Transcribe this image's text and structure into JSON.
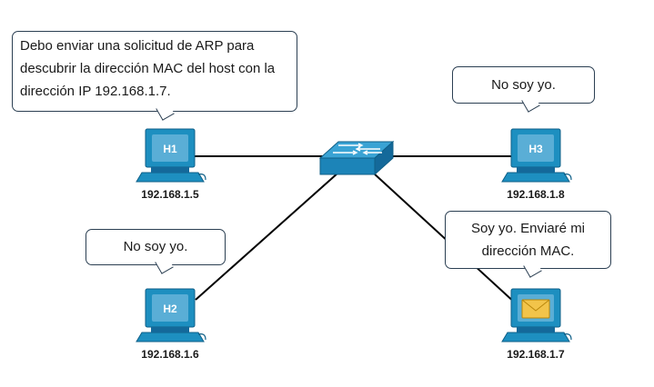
{
  "hosts": [
    {
      "id": "H1",
      "label": "H1",
      "ip": "192.168.1.5"
    },
    {
      "id": "H2",
      "label": "H2",
      "ip": "192.168.1.6"
    },
    {
      "id": "H3",
      "label": "H3",
      "ip": "192.168.1.8"
    },
    {
      "id": "H4",
      "label": "",
      "ip": "192.168.1.7",
      "icon": "envelope-icon"
    }
  ],
  "bubbles": {
    "h1": "Debo enviar una solicitud de ARP para descubrir la dirección MAC del host con la dirección IP 192.168.1.7.",
    "h2": "No soy yo.",
    "h3": "No soy yo.",
    "h4": "Soy yo. Enviaré mi dirección MAC."
  },
  "colors": {
    "computer": "#1d8fc0",
    "computer_dark": "#0f5f87",
    "screen": "#5aaed6",
    "switch": "#1c84b8",
    "link": "#000000",
    "bubble_border": "#2b3f52",
    "envelope": "#f2c44a"
  }
}
